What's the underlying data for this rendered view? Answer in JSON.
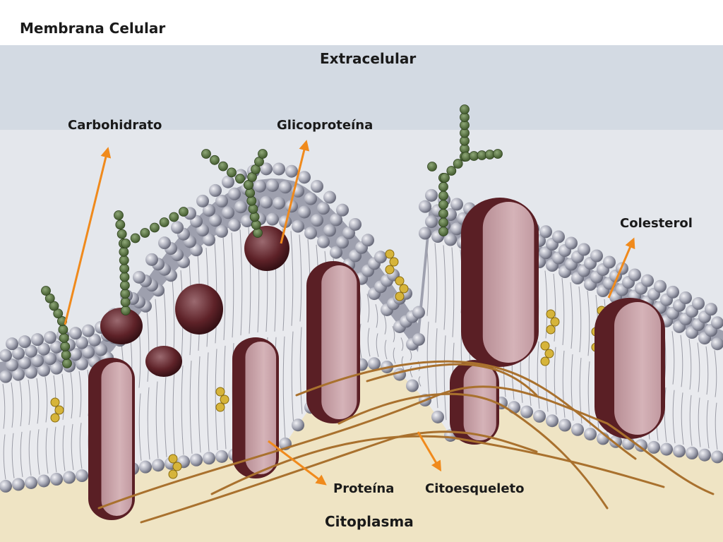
{
  "title": "Membrana Celular",
  "regions": {
    "extracellular": "Extracelular",
    "cytoplasm": "Citoplasma"
  },
  "labels": {
    "carbohydrate": "Carbohidrato",
    "glycoprotein": "Glicoproteína",
    "cholesterol": "Colesterol",
    "protein": "Proteína",
    "cytoskeleton": "Citoesqueleto"
  },
  "colors": {
    "extracellular_bg": "#d3dae3",
    "cytoplasm_bg": "#efe4c4",
    "arrow": "#f08a1c",
    "phospholipid_head": "#a6a8b4",
    "protein_dark": "#5a1f25",
    "protein_light": "#c9a1a8",
    "carbohydrate_chain": "#5d7a46",
    "cholesterol": "#d6b43a",
    "cytoskeleton": "#a9712e"
  }
}
